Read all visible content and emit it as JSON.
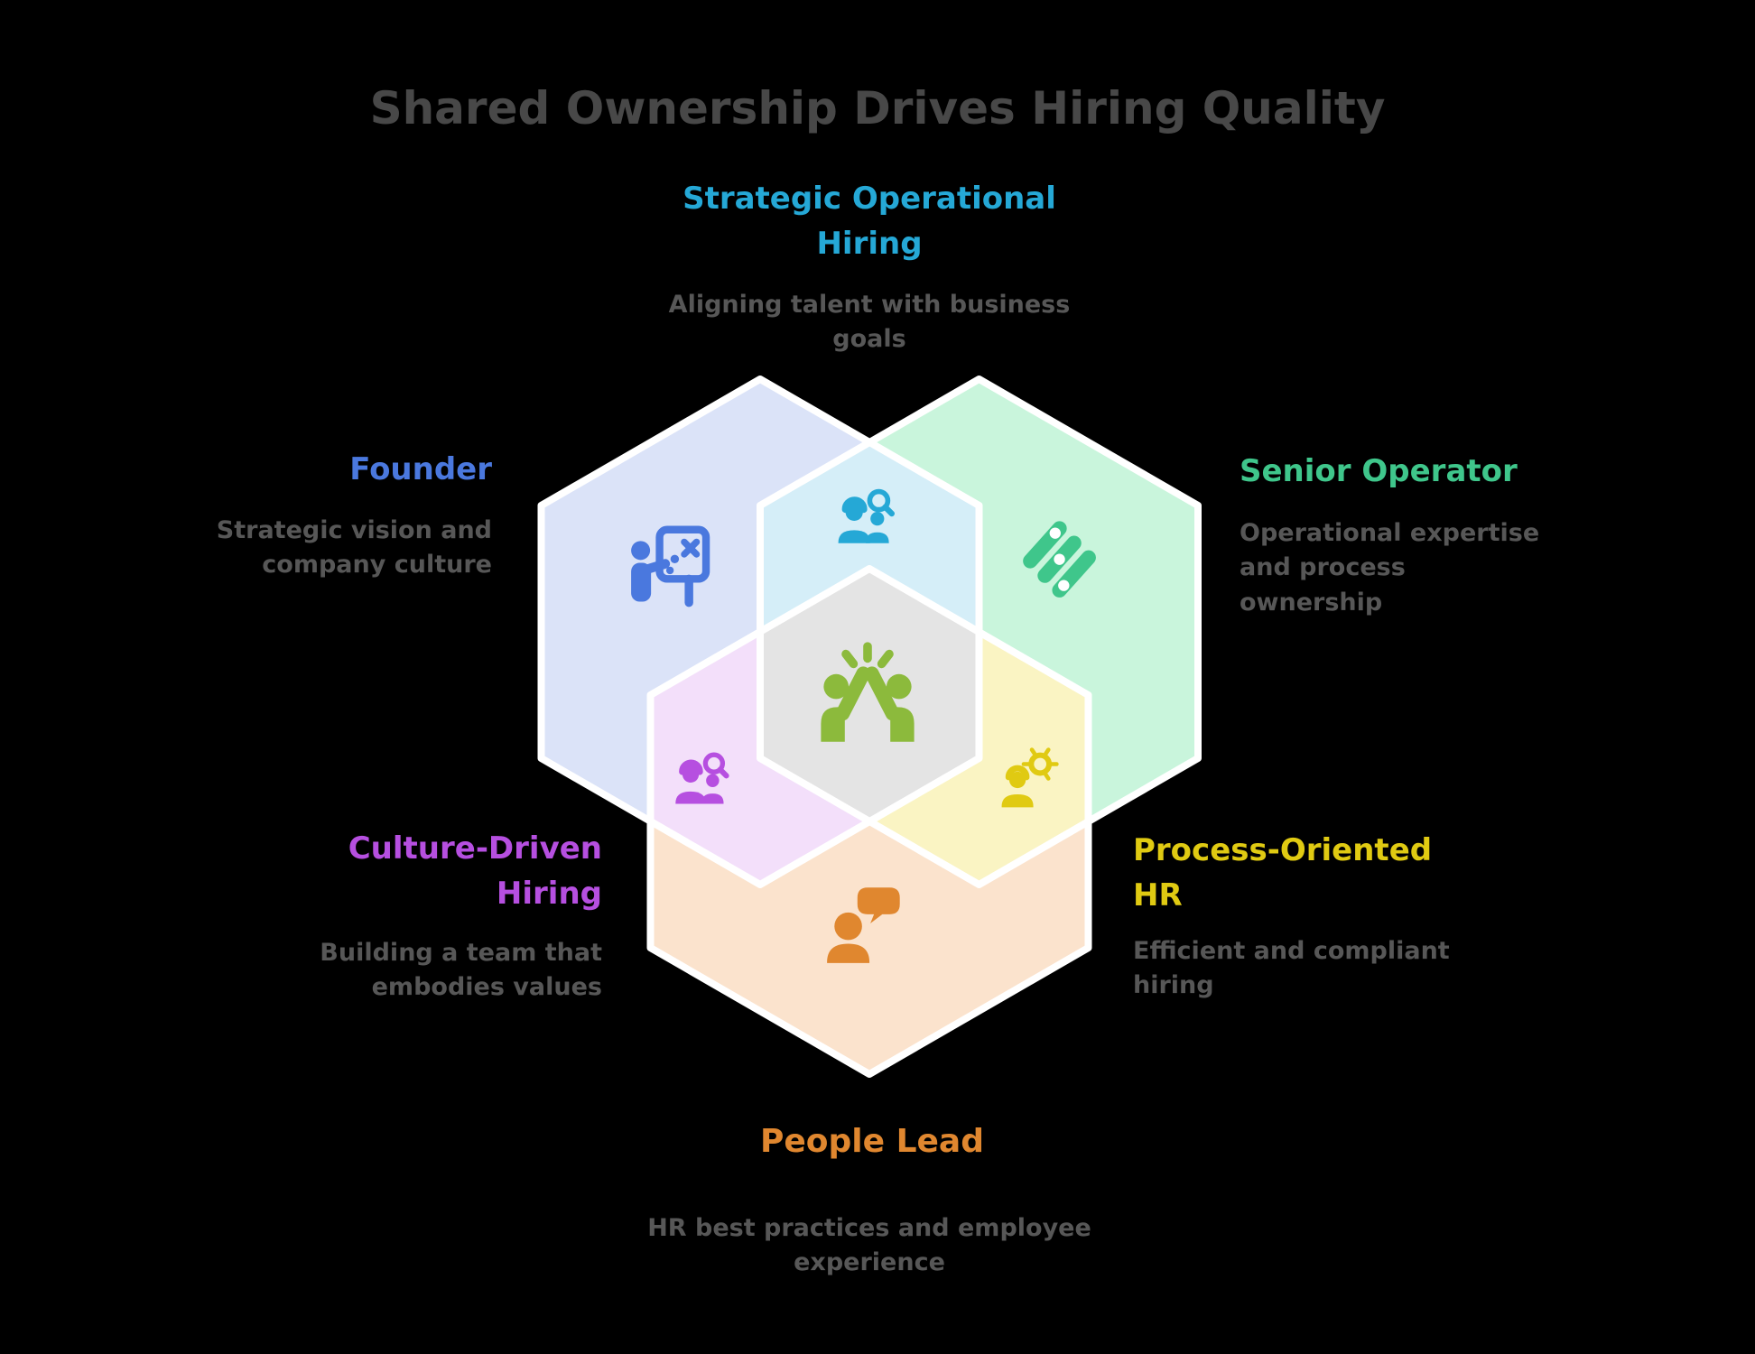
{
  "title": "Shared Ownership Drives Hiring Quality",
  "colors": {
    "background": "#000000",
    "title_text": "#484848",
    "description_text": "#575757",
    "hexagon_outline": "#ffffff"
  },
  "hexagons": {
    "founder_fill": "#dbe3f8",
    "senior_operator_fill": "#c9f5dc",
    "people_lead_fill": "#fbe3cd",
    "strategic_overlap_fill": "#d5eef8",
    "culture_overlap_fill": "#f3dffa",
    "process_overlap_fill": "#faf4c3",
    "center_fill": "#e4e4e4"
  },
  "nodes": {
    "strategic": {
      "label": "Strategic Operational Hiring",
      "description": "Aligning talent with business goals",
      "color": "#25a8d6",
      "icon": "candidate-search-icon"
    },
    "founder": {
      "label": "Founder",
      "description": "Strategic vision and company culture",
      "color": "#4a78de",
      "icon": "strategy-board-icon"
    },
    "senior_operator": {
      "label": "Senior Operator",
      "description": "Operational expertise and process ownership",
      "color": "#3fc68b",
      "icon": "process-sliders-icon"
    },
    "culture": {
      "label": "Culture-Driven Hiring",
      "description": "Building a team that embodies values",
      "color": "#b64fe0",
      "icon": "team-search-icon"
    },
    "process_hr": {
      "label": "Process-Oriented HR",
      "description": "Efficient and compliant hiring",
      "color": "#e0ca12",
      "icon": "person-gear-icon"
    },
    "people_lead": {
      "label": "People Lead",
      "description": "HR best practices and employee experience",
      "color": "#e0872f",
      "icon": "person-speech-icon"
    },
    "collaboration": {
      "color": "#8cba3c",
      "icon": "high-five-icon"
    }
  }
}
